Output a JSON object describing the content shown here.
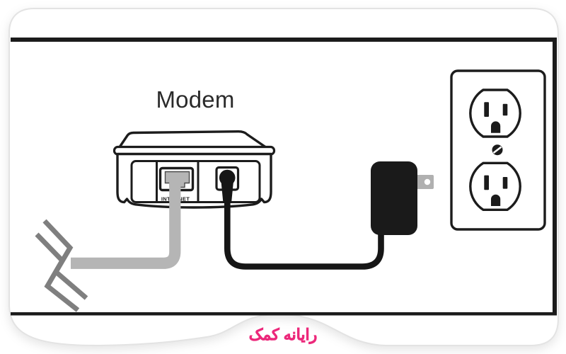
{
  "diagram": {
    "modem_label": "Modem",
    "internet_port_label": "INTERNET",
    "colors": {
      "line_black": "#1b1b1b",
      "cable_gray": "#b5b5b5",
      "zigzag_gray": "#7f7f7f",
      "brand_pink": "#ec297b",
      "card_border": "#e3e3e3"
    }
  },
  "footer": {
    "brand_text": "رایانه کمک"
  }
}
